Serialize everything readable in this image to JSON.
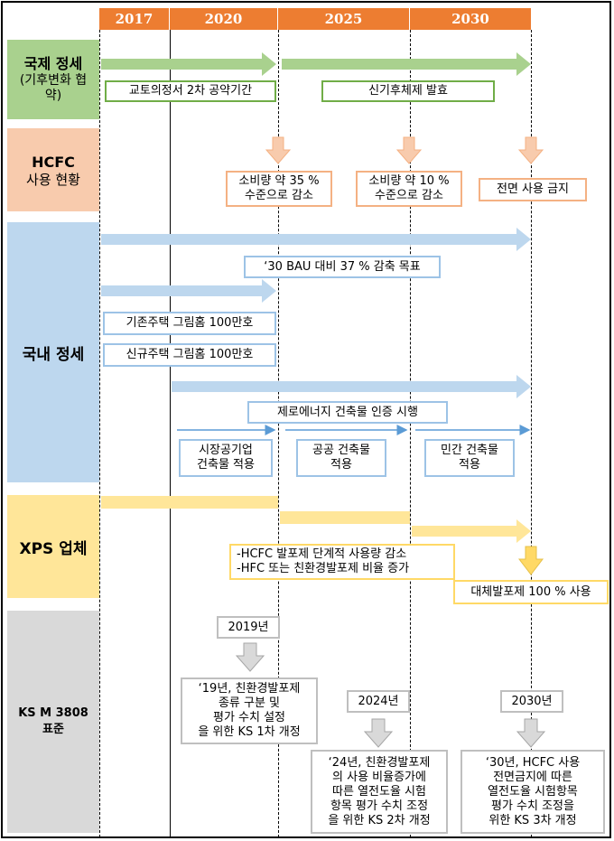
{
  "years": [
    "2017",
    "2020",
    "2025",
    "2030"
  ],
  "colors": {
    "header": "#ED7D31",
    "international": "#A9D18E",
    "hcfc": "#F8CBAD",
    "domestic": "#BDD7EE",
    "xps": "#FFE699",
    "ks": "#D9D9D9"
  },
  "sections": {
    "international": {
      "title": "국제 정세",
      "sub": "(기후변화 협약)"
    },
    "hcfc": {
      "title": "HCFC",
      "sub": "사용 현황"
    },
    "domestic": {
      "title": "국내 정세"
    },
    "xps": {
      "title": "XPS 업체"
    },
    "ks": {
      "title": "KS M 3808",
      "sub": "표준"
    }
  },
  "international": {
    "kyoto": "교토의정서 2차 공약기간",
    "new_climate": "신기후체제 발효"
  },
  "hcfc": {
    "reduce35": "소비량 약 35 %\n수준으로 감소",
    "reduce10": "소비량 약 10 %\n수준으로 감소",
    "ban": "전면 사용 금지"
  },
  "domestic": {
    "bau": "‘30 BAU 대비 37 % 감축 목표",
    "existing_homes": "기존주택 그림홈 100만호",
    "new_homes": "신규주택 그림홈 100만호",
    "zero_energy": "제로에너지 건축물 인증 시행",
    "public_company": "시장공기업\n건축물 적용",
    "public_building": "공공 건축물\n적용",
    "private_building": "민간 건축물\n적용"
  },
  "xps": {
    "reduction_note": "-HCFC 발포제 단계적 사용량 감소\n-HFC 또는 친환경발포제 비율 증가",
    "full_substitute": "대체발포제 100 % 사용"
  },
  "ks": {
    "y2019": "2019년",
    "rev1": "‘19년, 친환경발포제\n종류 구분 및\n평가 수치 설정\n을 위한 KS 1차 개정",
    "y2024": "2024년",
    "rev2": "‘24년, 친환경발포제\n의 사용 비율증가에\n따른 열전도율 시험\n항목 평가 수치 조정\n을 위한 KS 2차 개정",
    "y2030": "2030년",
    "rev3": "‘30년, HCFC 사용\n전면금지에 따른\n열전도율 시험항목\n평가 수치 조정을\n위한 KS 3차 개정"
  }
}
